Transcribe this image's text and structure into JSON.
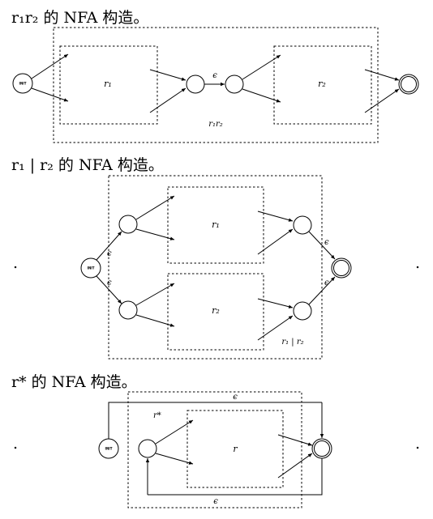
{
  "captions": {
    "concat": "r₁r₂ 的 NFA 构造。",
    "union": "r₁ | r₂ 的 NFA 构造。",
    "star": "r* 的 NFA 构造。"
  },
  "labels": {
    "init": "INIT",
    "epsilon": "ϵ",
    "r1": "r₁",
    "r2": "r₂",
    "r": "r",
    "r_star": "r*",
    "r1r2": "r₁r₂",
    "r1_or_r2": "r₁ | r₂",
    "dot": "."
  }
}
